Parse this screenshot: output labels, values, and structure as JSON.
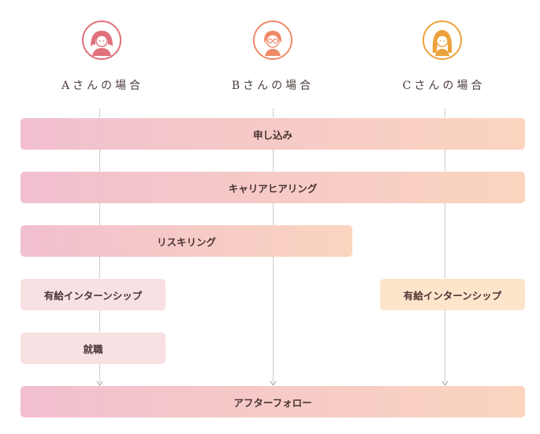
{
  "cases": [
    {
      "label": "Aさんの場合",
      "color": "#e0707a",
      "icon": "woman-short-hair-icon"
    },
    {
      "label": "Bさんの場合",
      "color": "#ee8a68",
      "icon": "woman-glasses-icon"
    },
    {
      "label": "Cさんの場合",
      "color": "#eca23c",
      "icon": "woman-long-hair-icon"
    }
  ],
  "steps": {
    "apply": "申し込み",
    "career_hearing": "キャリアヒアリング",
    "reskilling": "リスキリング",
    "internship_a": "有給インターンシップ",
    "internship_c": "有給インターンシップ",
    "employment": "就職",
    "after_follow": "アフターフォロー"
  },
  "colors": {
    "gradient_start": "#f1bfcf",
    "gradient_end": "#fbd5bf",
    "box_pink": "#f9e0e3",
    "box_peach": "#fde5cb",
    "text": "#4a3a3a",
    "timeline": "#9a9a9a"
  }
}
